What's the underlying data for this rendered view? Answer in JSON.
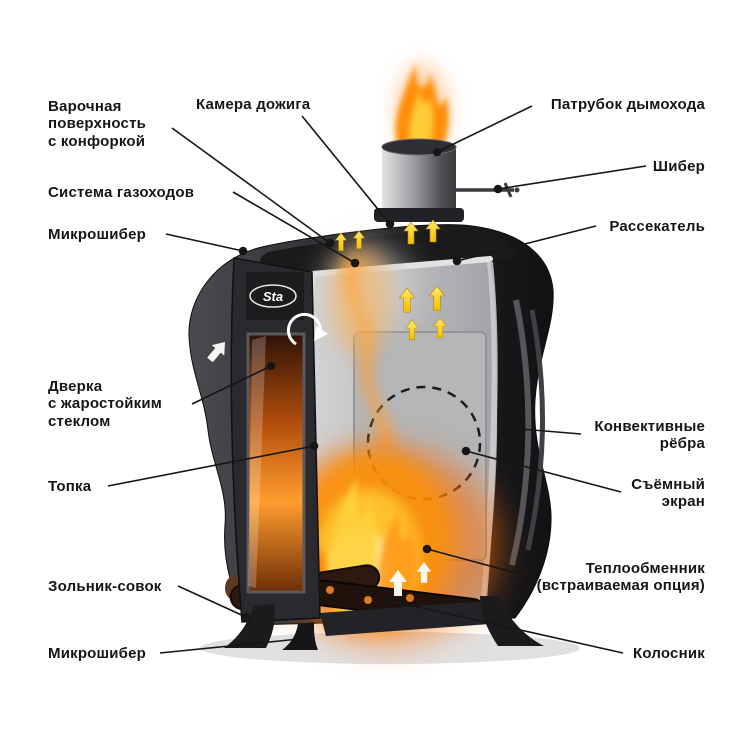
{
  "page": {
    "background": "#ffffff"
  },
  "colors": {
    "label_text": "#161616",
    "leader_line": "#161616",
    "arrow_yellow": "#f5c800",
    "body_dark": "#232327",
    "fire_orange": "#ff8a00"
  },
  "labels": {
    "cooking_surface": "Варочная\nповерхность\nс конфоркой",
    "afterburn_chamber": "Камера дожига",
    "chimney_pipe": "Патрубок дымохода",
    "damper": "Шибер",
    "gas_duct_system": "Система газоходов",
    "micro_damper_top": "Микрошибер",
    "diffuser": "Рассекатель",
    "door": "Дверка\nс жаростойким\nстеклом",
    "convection_fins": "Конвективные\nрёбра",
    "firebox": "Топка",
    "removable_screen": "Съёмный\nэкран",
    "heat_exchanger": "Теплообменник\n(встраиваемая опция)",
    "ash_pan": "Зольник-совок",
    "micro_damper_bottom": "Микрошибер",
    "grate": "Колосник",
    "logo": "Sta"
  }
}
